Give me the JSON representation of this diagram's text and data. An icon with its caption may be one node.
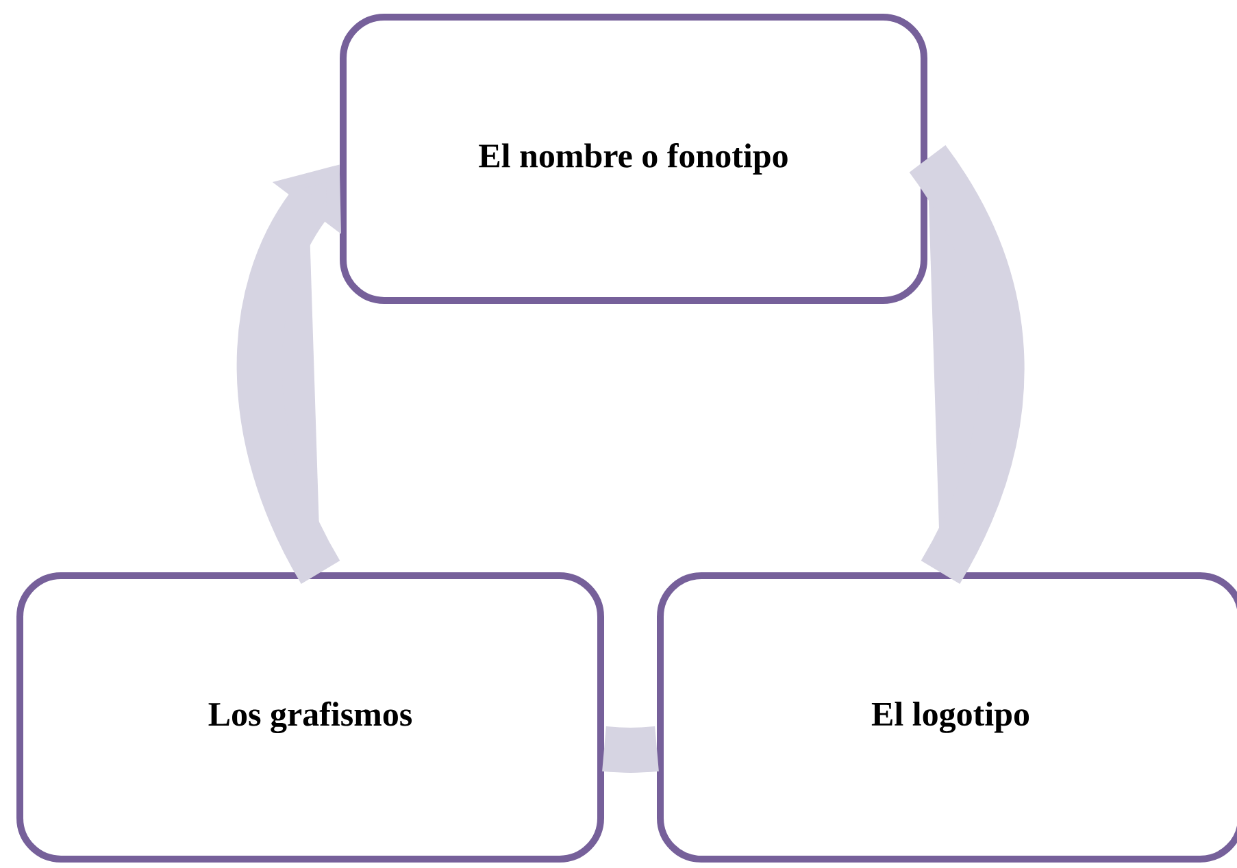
{
  "diagram": {
    "nodes": [
      {
        "text": [
          "El nombre o fonotipo"
        ]
      },
      {
        "text": [
          "El logotipo"
        ]
      },
      {
        "text": [
          "Los grafismos"
        ]
      }
    ],
    "edges": [
      {
        "from": 0,
        "to": 1,
        "arrow": "none"
      },
      {
        "from": 1,
        "to": 2,
        "arrow": "none"
      },
      {
        "from": 2,
        "to": 0,
        "arrow": "to"
      }
    ]
  }
}
